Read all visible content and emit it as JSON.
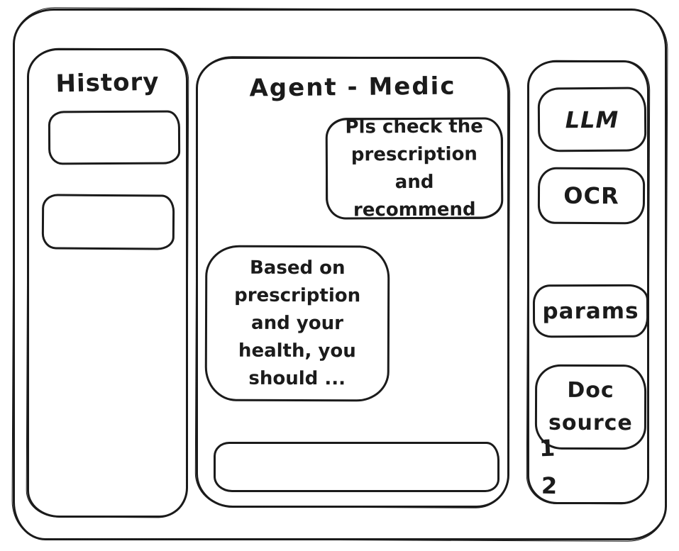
{
  "app": {
    "title": "Agent - Medic"
  },
  "history_panel": {
    "title": "History",
    "items": [
      {
        "label": ""
      },
      {
        "label": ""
      }
    ]
  },
  "chat": {
    "title": "Agent - Medic",
    "messages": [
      {
        "role": "user",
        "text": "Pls check the prescription and recommend"
      },
      {
        "role": "assistant",
        "text": "Based on prescription and your health, you should ..."
      }
    ],
    "input": {
      "value": "",
      "placeholder": ""
    }
  },
  "tools_panel": {
    "buttons": [
      {
        "label": "LLM"
      },
      {
        "label": "OCR"
      },
      {
        "label": "params"
      },
      {
        "label": "Doc source"
      }
    ],
    "doc_source_items": [
      "1",
      "2"
    ]
  },
  "colors": {
    "ink": "#1b1b1b",
    "background": "#ffffff"
  }
}
